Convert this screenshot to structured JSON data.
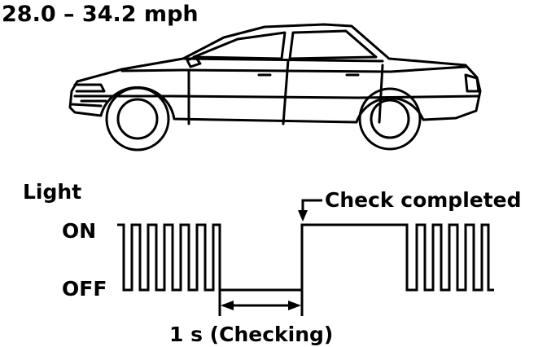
{
  "speed_range": "28.0 – 34.2 mph",
  "vehicle": {
    "icon": "sedan-car-icon"
  },
  "timing_chart": {
    "axis_label": "Light",
    "state_on_label": "ON",
    "state_off_label": "OFF",
    "annotation_check_completed": "Check completed",
    "duration_label": "1 s (Checking)"
  },
  "colors": {
    "line": "#000000",
    "background": "#ffffff"
  }
}
